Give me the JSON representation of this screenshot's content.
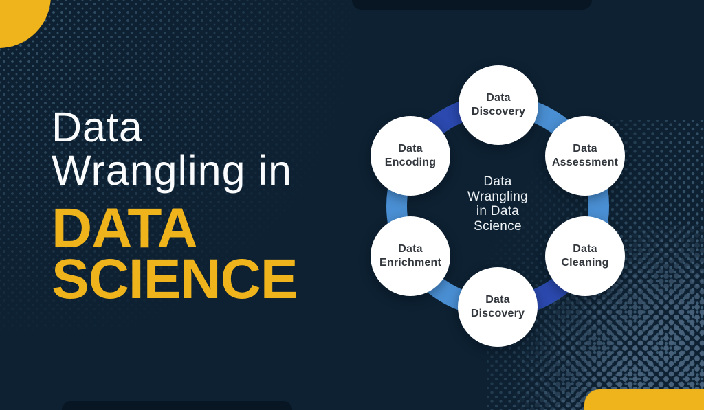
{
  "theme": {
    "bg": "#0d2132",
    "notch": "#081522",
    "accent_yellow": "#efb31b",
    "title_white": "#fafbfc",
    "ring_blue": "#4a8fd3",
    "ring_dark_blue": "#2b49ae",
    "node_bg": "#ffffff",
    "node_text": "#32373d",
    "center_text": "#eef2f5",
    "dot_small": "#3d5d75",
    "dot_large": "#48617a"
  },
  "title": {
    "line1": "Data",
    "line2": "Wrangling in",
    "accent_line1": "DATA",
    "accent_line2": "SCIENCE"
  },
  "diagram": {
    "center_lines": [
      "Data",
      "Wrangling",
      "in Data",
      "Science"
    ],
    "nodes": [
      {
        "line1": "Data",
        "line2": "Discovery"
      },
      {
        "line1": "Data",
        "line2": "Assessment"
      },
      {
        "line1": "Data",
        "line2": "Cleaning"
      },
      {
        "line1": "Data",
        "line2": "Discovery"
      },
      {
        "line1": "Data",
        "line2": "Enrichment"
      },
      {
        "line1": "Data",
        "line2": "Encoding"
      }
    ]
  }
}
